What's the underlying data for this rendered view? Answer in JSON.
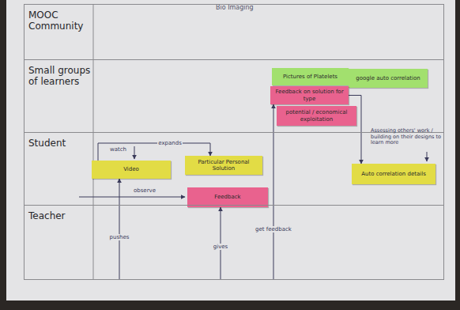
{
  "diagram": {
    "title": "Bio Imaging",
    "nodes": [
      {
        "text": [
          "MOOC Community"
        ]
      },
      {
        "text": [
          "Small groups of learners"
        ]
      },
      {
        "text": [
          "Student"
        ]
      },
      {
        "text": [
          "Teacher"
        ]
      },
      {
        "text": [
          "Pictures of Platelets"
        ],
        "in": 1
      },
      {
        "text": [
          "google auto correlation"
        ],
        "in": 1
      },
      {
        "text": [
          "Feedback on solution for type"
        ],
        "in": 1
      },
      {
        "text": [
          "potential / economical exploitation"
        ],
        "in": 1
      },
      {
        "text": [
          "Video"
        ],
        "in": 2
      },
      {
        "text": [
          "Particular Personal Solution"
        ],
        "in": 2
      },
      {
        "text": [
          "Auto correlation details"
        ],
        "in": 2
      },
      {
        "text": [
          "Feedback"
        ],
        "in": 2
      }
    ],
    "edges": [
      {
        "from": 8,
        "to": 9,
        "label": "expands",
        "arrow": "to"
      },
      {
        "from": 6,
        "to": 10,
        "arrow": "to"
      },
      {
        "from": 3,
        "to": 8,
        "label": "pushes",
        "arrow": "to"
      },
      {
        "from": 3,
        "to": 11,
        "label": "gives",
        "arrow": "to"
      },
      {
        "from": 3,
        "to": 6,
        "label": "get feedback",
        "arrow": "to"
      }
    ],
    "labels": [
      "watch",
      "observe",
      "Assessing others' work / building on their designs to learn more"
    ]
  }
}
